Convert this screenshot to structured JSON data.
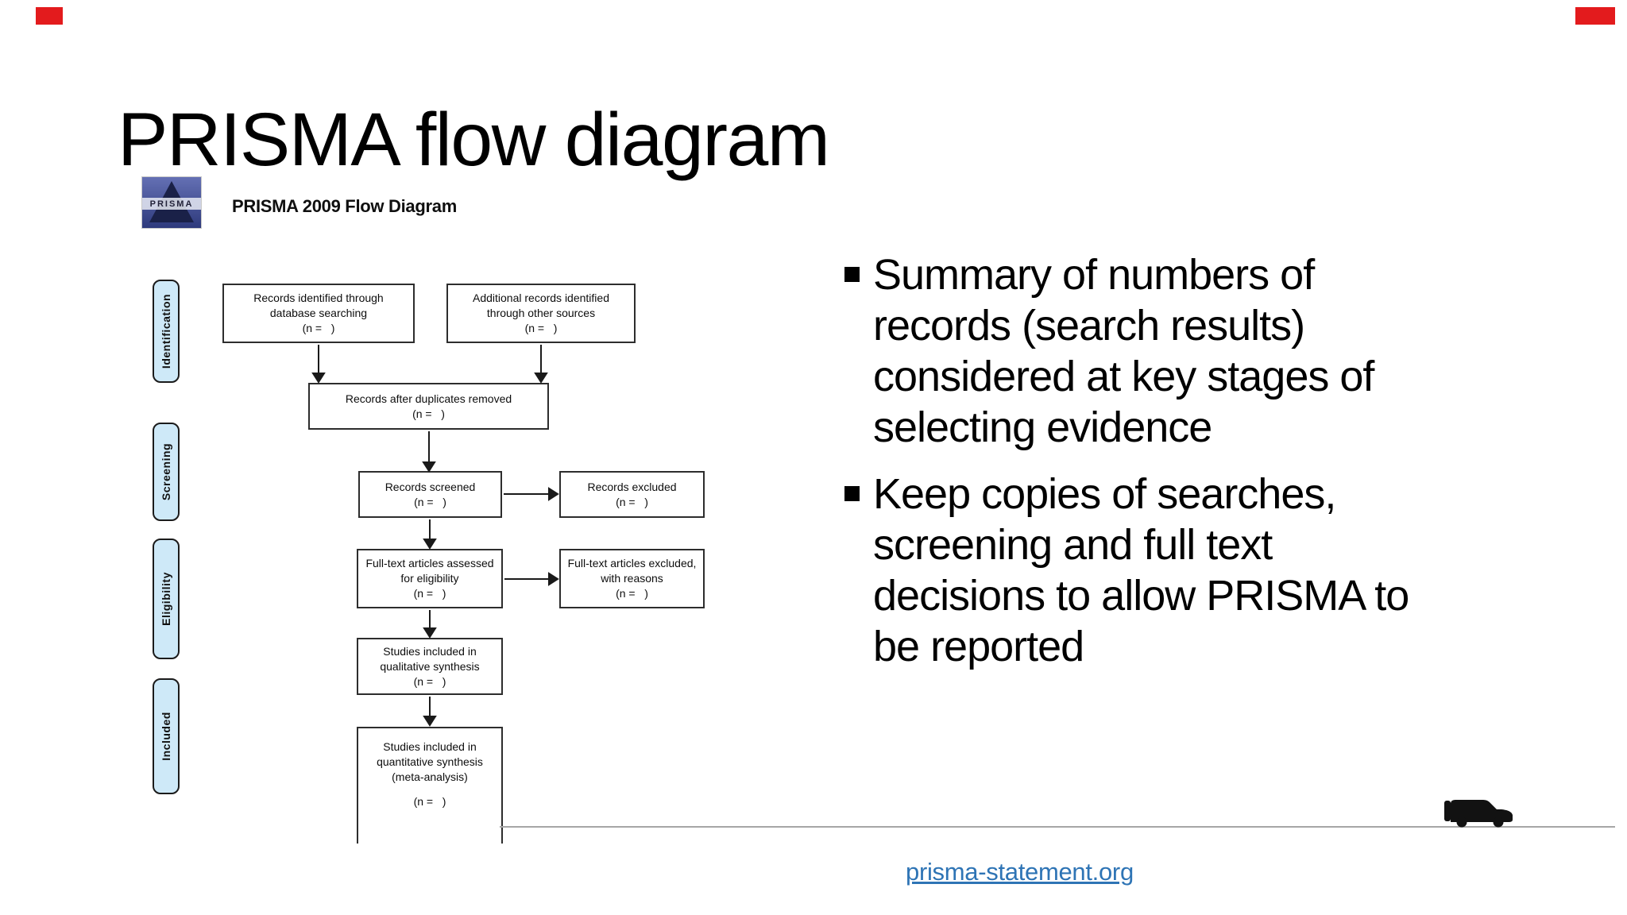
{
  "slide": {
    "title": "PRISMA flow diagram"
  },
  "decor": {
    "red_bar_color": "#e31b1d"
  },
  "logo": {
    "text": "PRISMA",
    "caption": "PRISMA 2009 Flow Diagram"
  },
  "diagram": {
    "stages": [
      "Identification",
      "Screening",
      "Eligibility",
      "Included"
    ],
    "n_label": "(n =   )",
    "boxes": {
      "b1": [
        "Records identified through",
        "database searching"
      ],
      "b2": [
        "Additional records identified",
        "through other sources"
      ],
      "b3": [
        "Records after duplicates removed"
      ],
      "b4": [
        "Records screened"
      ],
      "b5": [
        "Records excluded"
      ],
      "b6": [
        "Full-text articles assessed",
        "for eligibility"
      ],
      "b7": [
        "Full-text articles excluded,",
        "with reasons"
      ],
      "b8": [
        "Studies included in",
        "qualitative synthesis"
      ],
      "b9": [
        "Studies included in",
        "quantitative synthesis",
        "(meta-analysis)"
      ]
    }
  },
  "bullets": [
    {
      "lines": [
        "Summary of numbers of",
        "records (search results)",
        "considered at key stages of",
        "selecting evidence"
      ]
    },
    {
      "lines": [
        "Keep copies of searches,",
        "screening and full text",
        "decisions to allow PRISMA to",
        "be reported"
      ]
    }
  ],
  "footer": {
    "link": "prisma-statement.org"
  }
}
